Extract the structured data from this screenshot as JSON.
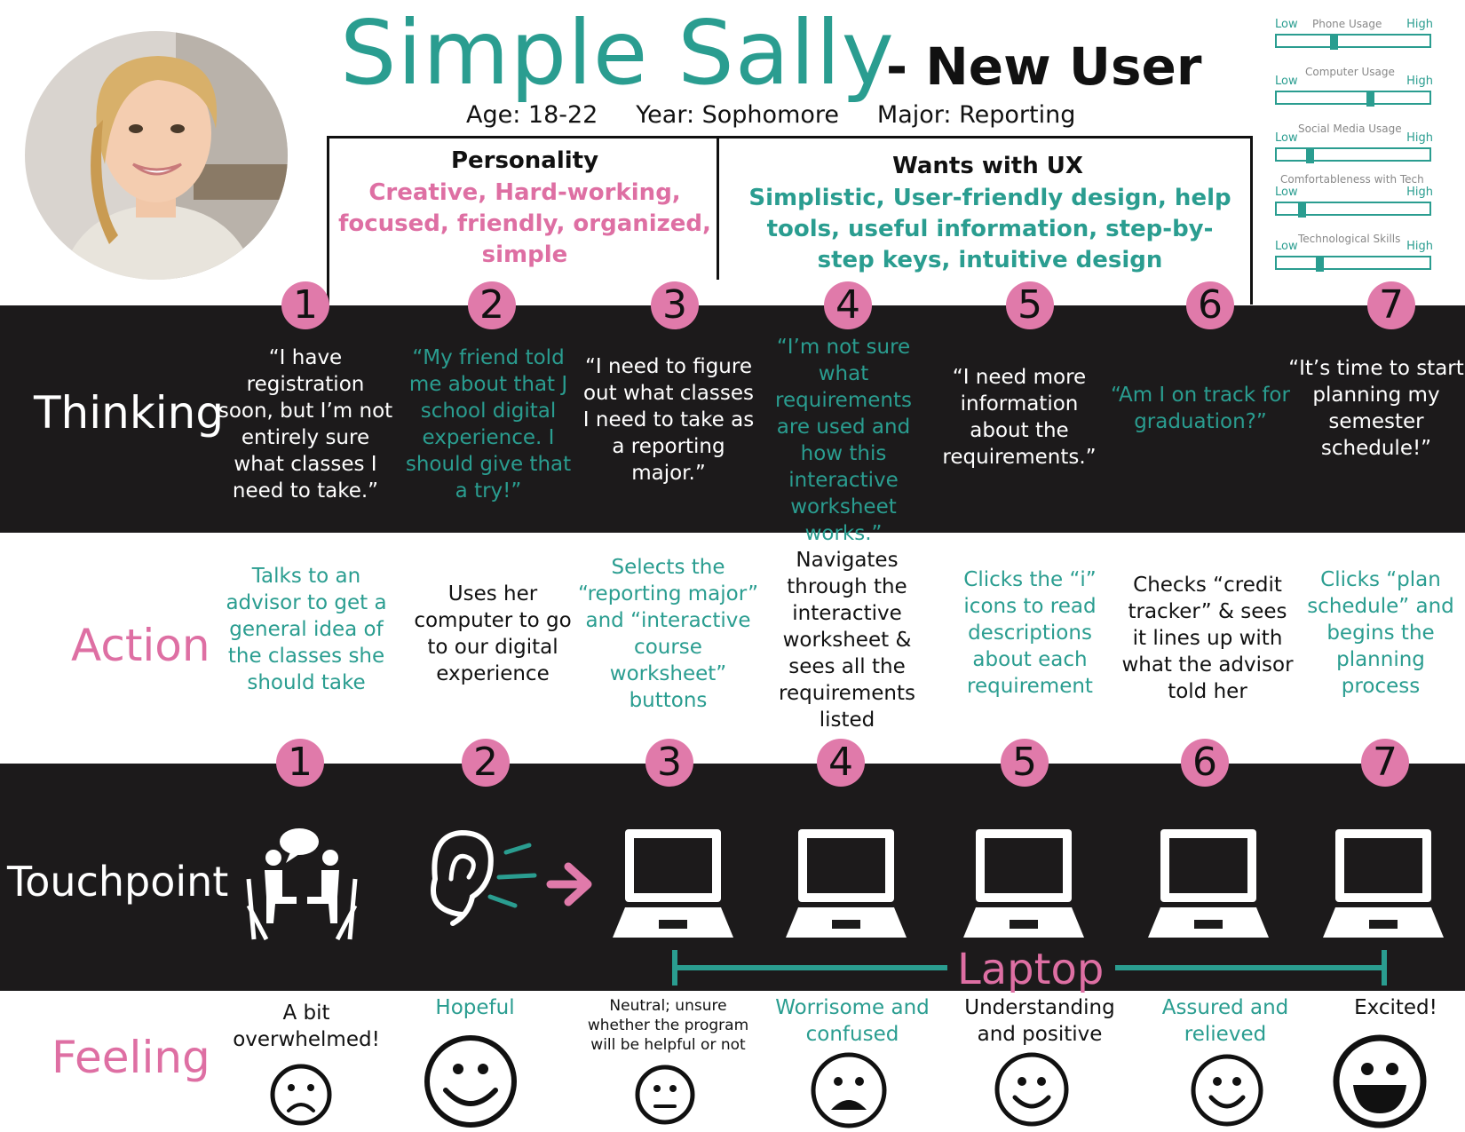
{
  "header": {
    "title": "Simple Sally",
    "subtitle": "- New User",
    "demographics": "Age: 18-22     Year: Sophomore     Major: Reporting"
  },
  "personality": {
    "heading": "Personality",
    "traits": "Creative, Hard-working, focused, friendly, organized, simple"
  },
  "wants": {
    "heading": "Wants with UX",
    "items": "Simplistic, User-friendly design, help tools, useful information, step-by-step keys, intuitive design"
  },
  "sliders": [
    {
      "name": "Phone Usage",
      "low": "Low",
      "high": "High",
      "level": 0.37
    },
    {
      "name": "Computer Usage",
      "low": "Low",
      "high": "High",
      "level": 0.62
    },
    {
      "name": "Social Media Usage",
      "low": "Low",
      "high": "High",
      "level": 0.2
    },
    {
      "name": "Comfortableness with Tech",
      "low": "Low",
      "high": "High",
      "level": 0.15
    },
    {
      "name": "Technological Skills",
      "low": "Low",
      "high": "High",
      "level": 0.27
    }
  ],
  "rows": {
    "thinking": "Thinking",
    "action": "Action",
    "touchpoint": "Touchpoint",
    "feeling": "Feeling"
  },
  "step_numbers": [
    "1",
    "2",
    "3",
    "4",
    "5",
    "6",
    "7"
  ],
  "thinking": [
    {
      "text": "“I have registration soon, but I’m not entirely sure what classes I need to take.”",
      "color": "white"
    },
    {
      "text": "“My friend told me about that J school digital experience. I should give that a try!”",
      "color": "teal"
    },
    {
      "text": "“I need to figure out what classes I need to take as a reporting major.”",
      "color": "white"
    },
    {
      "text": "“I’m not sure what requirements are used and how this interactive worksheet works.”",
      "color": "teal"
    },
    {
      "text": "“I need more information about the requirements.”",
      "color": "white"
    },
    {
      "text": "“Am I on track for graduation?”",
      "color": "teal"
    },
    {
      "text": "“It’s time to start planning my semester schedule!”",
      "color": "white"
    }
  ],
  "actions": [
    {
      "text": "Talks to an advisor to get a general idea of the classes she should take",
      "color": "teal"
    },
    {
      "text": "Uses her computer to go to our digital experience",
      "color": "black"
    },
    {
      "text": "Selects the “reporting major” and “interactive course worksheet” buttons",
      "color": "teal"
    },
    {
      "text": "Navigates through the interactive worksheet & sees all the requirements listed",
      "color": "black"
    },
    {
      "text": "Clicks the “i” icons to read descriptions about each requirement",
      "color": "teal"
    },
    {
      "text": "Checks “credit tracker” & sees it lines up with what the advisor told her",
      "color": "black"
    },
    {
      "text": "Clicks “plan schedule” and begins the planning process",
      "color": "teal"
    }
  ],
  "touchpoint": {
    "icons": [
      "conversation-icon",
      "ear-icon",
      "laptop-icon"
    ],
    "laptop_label": "Laptop"
  },
  "feelings": [
    {
      "text": "A bit overwhelmed!",
      "color": "black",
      "face": "sad"
    },
    {
      "text": "Hopeful",
      "color": "teal",
      "face": "happy"
    },
    {
      "text": "Neutral; unsure whether the program will be helpful or not",
      "color": "black",
      "face": "neutral"
    },
    {
      "text": "Worrisome and confused",
      "color": "teal",
      "face": "worried"
    },
    {
      "text": "Understanding and positive",
      "color": "black",
      "face": "smile"
    },
    {
      "text": "Assured and relieved",
      "color": "teal",
      "face": "smile"
    },
    {
      "text": "Excited!",
      "color": "black",
      "face": "excited"
    }
  ],
  "colors": {
    "teal": "#2a9d90",
    "pink": "#de6fa3",
    "dark": "#1c1a1b"
  }
}
